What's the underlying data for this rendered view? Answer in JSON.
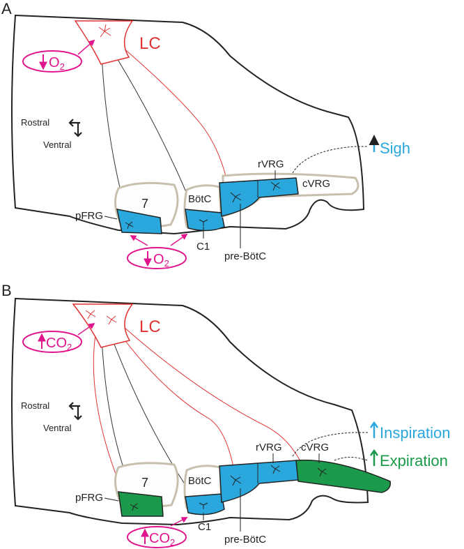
{
  "panels": [
    {
      "letter": "A",
      "lc_label": "LC",
      "top_stimulus": "O2",
      "bottom_stimulus": "O2",
      "top_arrow": "down",
      "bottom_arrow": "down",
      "labels": {
        "rostral": "Rostral",
        "ventral": "Ventral",
        "nucleus_7": "7",
        "botc": "BötC",
        "pfrg": "pFRG",
        "c1": "C1",
        "prebotc": "pre-BötC",
        "rvrg": "rVRG",
        "cvrg": "cVRG"
      },
      "outputs": [
        {
          "label": "Sigh",
          "color": "#2aa7dc"
        }
      ]
    },
    {
      "letter": "B",
      "lc_label": "LC",
      "top_stimulus": "CO2",
      "bottom_stimulus": "CO2",
      "top_arrow": "up",
      "bottom_arrow": "up",
      "labels": {
        "rostral": "Rostral",
        "ventral": "Ventral",
        "nucleus_7": "7",
        "botc": "BötC",
        "pfrg": "pFRG",
        "c1": "C1",
        "prebotc": "pre-BötC",
        "rvrg": "rVRG",
        "cvrg": "cVRG"
      },
      "outputs": [
        {
          "label": "Inspiration",
          "color": "#2aa7dc"
        },
        {
          "label": "Expiration",
          "color": "#1a9a4a"
        }
      ]
    }
  ],
  "colors": {
    "lc_red": "#e03232",
    "stimulus_magenta": "#e0148c",
    "nucleus_blue": "#2aa7dc",
    "nucleus_green": "#1a9a4a",
    "nucleus_outline": "#c8c0ae"
  }
}
